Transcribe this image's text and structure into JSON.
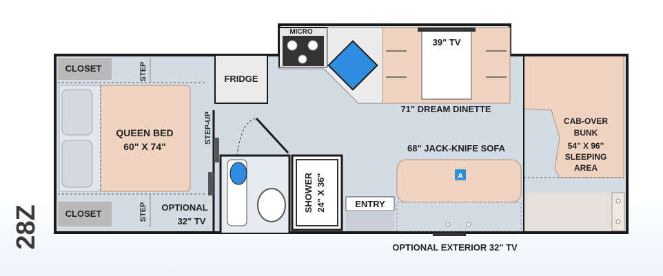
{
  "model": "28Z",
  "labels": {
    "closet_top": "CLOSET",
    "closet_bottom": "CLOSET",
    "step_top": "STEP",
    "step_bottom": "STEP",
    "queen_bed_line1": "QUEEN BED",
    "queen_bed_line2": "60\" X 74\"",
    "step_up": "STEP-UP",
    "optional_tv_line1": "OPTIONAL",
    "optional_tv_line2": "32\" TV",
    "fridge": "FRIDGE",
    "micro": "MICRO",
    "tv_39": "39\" TV",
    "dinette": "71\" DREAM DINETTE",
    "shower_line1": "SHOWER",
    "shower_line2": "24\" X 36\"",
    "entry": "ENTRY",
    "sofa": "68\" JACK-KNIFE SOFA",
    "marker": "A",
    "bunk_line1": "CAB-OVER",
    "bunk_line2": "BUNK",
    "bunk_line3": "54\" X 96\"",
    "bunk_line4": "SLEEPING",
    "bunk_line5": "AREA",
    "exterior_tv": "OPTIONAL EXTERIOR 32\" TV"
  },
  "colors": {
    "floor": "#d3dbe4",
    "wall": "#1a1a1a",
    "wood": "#f0d3c0",
    "wood_edge": "#b08f7a",
    "label_box": "#b9b9b9",
    "water": "#2d8de0",
    "marker": "#2f8fd4",
    "cab": "#f1e7e1"
  }
}
